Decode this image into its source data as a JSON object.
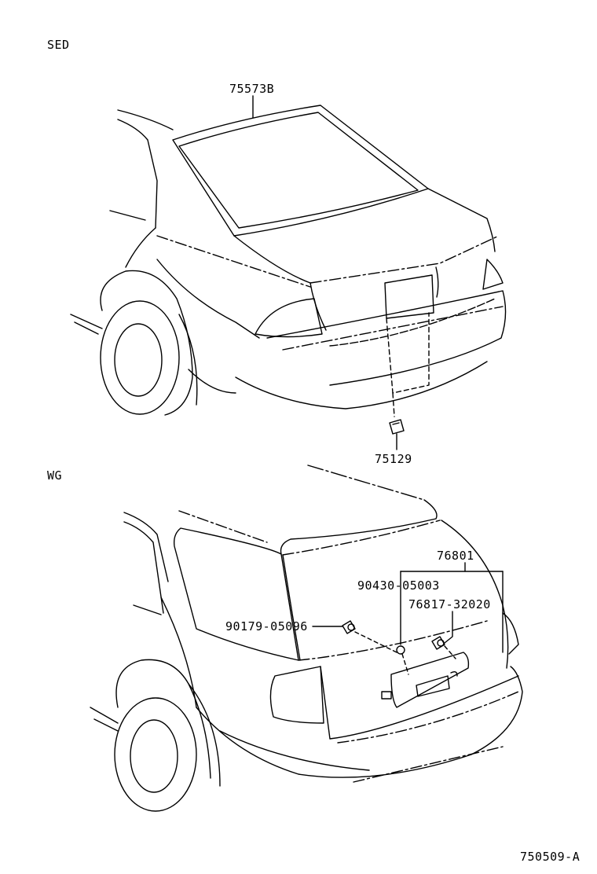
{
  "sections": {
    "sedan": {
      "title": "SED"
    },
    "wagon": {
      "title": "WG"
    }
  },
  "parts": {
    "p75573B": "75573B",
    "p75129": "75129",
    "p76801": "76801",
    "p9043005003": "90430-05003",
    "p7681732020": "76817-32020",
    "p9017905096": "90179-05096"
  },
  "figure_id": "750509-A",
  "colors": {
    "line": "#000000",
    "background": "#ffffff"
  }
}
